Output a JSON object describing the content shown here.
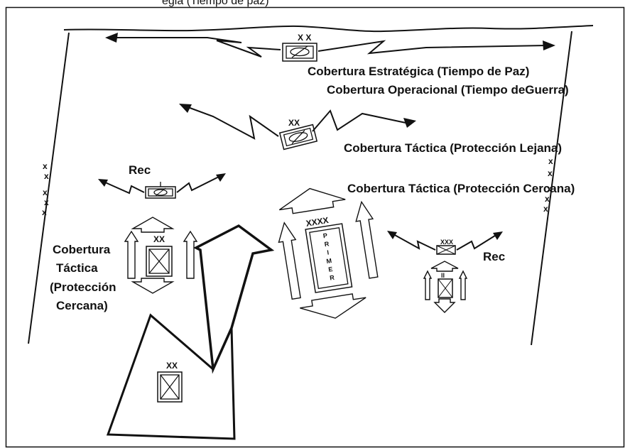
{
  "header_partial_text": "egia (Tiempo de paz)",
  "labels": {
    "strategic": "Cobertura Estratégica (Tiempo de Paz)",
    "operational": "Cobertura Operacional (Tiempo deGuerra)",
    "tactical_far": "Cobertura Táctica (Protección Lejana)",
    "tactical_near": "Cobertura Táctica (Protección Cercana)",
    "left_block": [
      "Cobertura",
      "Táctica",
      "(Protección",
      "Cercana)"
    ],
    "rec_left": "Rec",
    "rec_right": "Rec"
  },
  "symbols": {
    "top_unit": "X X",
    "mid_unit": "XX",
    "left_unit": "XX",
    "bottom_unit": "XX",
    "center_unit": "XXXX",
    "right_small_unit": "XXX",
    "right_sub_unit": "II",
    "center_vertical_text": [
      "P",
      "R",
      "I",
      "M",
      "E",
      "R"
    ],
    "left_boundary": [
      "x",
      "x",
      "x",
      "x",
      "x"
    ],
    "right_boundary": [
      "x",
      "x",
      "x",
      "x",
      "x"
    ]
  }
}
